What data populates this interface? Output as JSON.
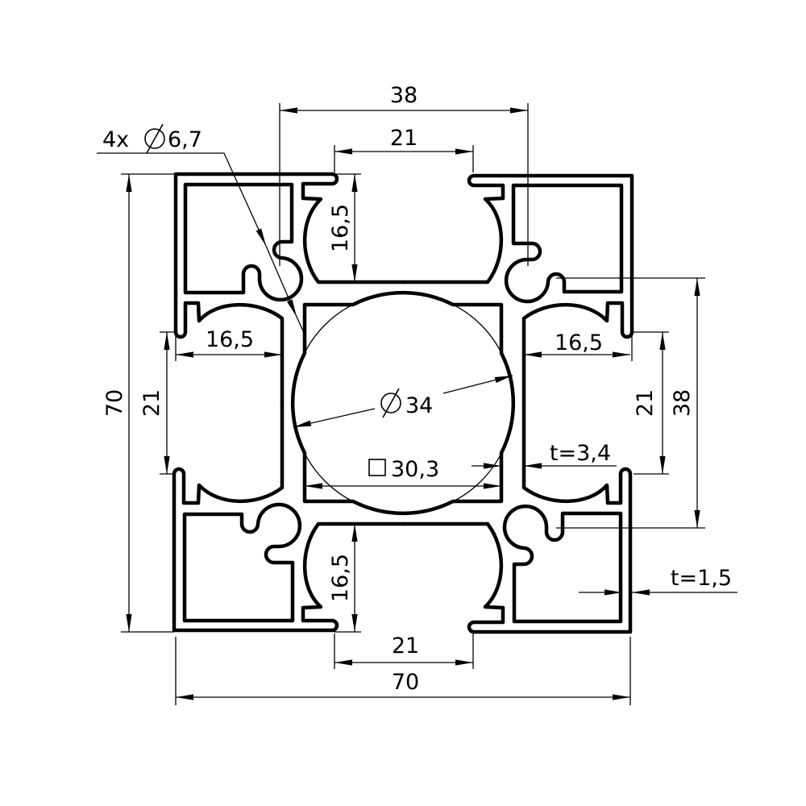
{
  "drawing": {
    "title": "Aluminium profile 70x70 cross-section",
    "line_color": "#000000",
    "background": "#ffffff",
    "dimensions": {
      "top_outer_slot_spacing": "38",
      "top_slot_width": "21",
      "hole_count": "4x",
      "hole_diameter": "6,7",
      "top_slot_depth": "16,5",
      "left_slot_depth": "16,5",
      "overall_height": "70",
      "left_slot_width": "21",
      "bore_diameter": "34",
      "core_square": "30,3",
      "core_wall": "t=3,4",
      "right_slot_depth": "16,5",
      "right_slot_width": "21",
      "right_outer_slot_spacing": "38",
      "bottom_slot_depth": "16,5",
      "bottom_slot_width": "21",
      "overall_width": "70",
      "outer_wall": "t=1,5"
    }
  }
}
